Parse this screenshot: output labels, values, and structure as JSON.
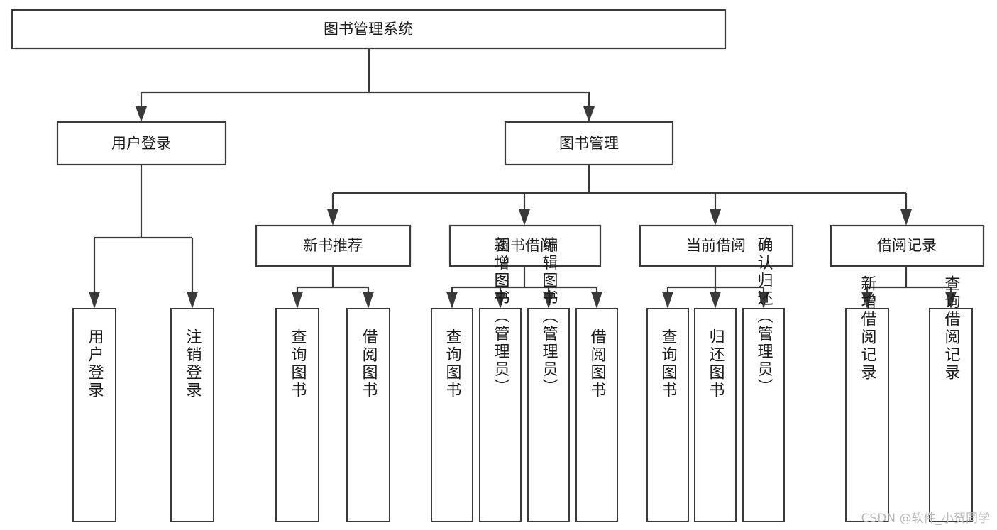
{
  "diagram": {
    "type": "tree-hierarchy",
    "title": "图书管理系统",
    "orientation": "top-down",
    "colors": {
      "node_fill": "#ffffff",
      "node_stroke": "#3a3a3a",
      "text": "#1b1b1b",
      "watermark": "#b9b9b9",
      "background": "#ffffff"
    },
    "root": {
      "label": "图书管理系统"
    },
    "level2": [
      {
        "label": "用户登录"
      },
      {
        "label": "图书管理"
      }
    ],
    "level3": [
      {
        "label": "新书推荐"
      },
      {
        "label": "图书借阅"
      },
      {
        "label": "当前借阅"
      },
      {
        "label": "借阅记录"
      }
    ],
    "leaves": {
      "user_login": [
        {
          "label": "用户登录"
        },
        {
          "label": "注销登录"
        }
      ],
      "new_book_recommend": [
        {
          "label": "查询图书"
        },
        {
          "label": "借阅图书"
        }
      ],
      "book_borrow": [
        {
          "label": "查询图书"
        },
        {
          "label": "新增图书（管理员）"
        },
        {
          "label": "编辑图书（管理员）"
        },
        {
          "label": "借阅图书"
        }
      ],
      "current_borrow": [
        {
          "label": "查询图书"
        },
        {
          "label": "归还图书"
        },
        {
          "label": "确认归还（管理员）"
        }
      ],
      "borrow_record": [
        {
          "label": "新增借阅记录"
        },
        {
          "label": "查询借阅记录"
        }
      ]
    }
  },
  "watermark": {
    "text": "CSDN @软件_小贺同学"
  }
}
